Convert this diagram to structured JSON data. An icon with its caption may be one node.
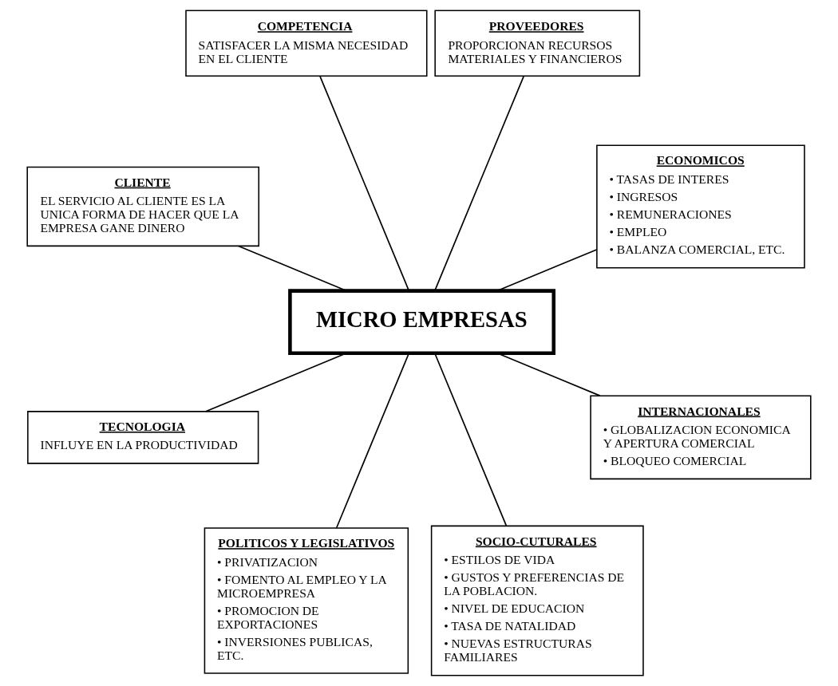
{
  "diagram": {
    "nodes": [
      {
        "text": [
          "CLIENTE",
          "EL SERVICIO AL CLIENTE ES LA UNICA FORMA DE HACER QUE LA EMPRESA GANE DINERO"
        ]
      },
      {
        "text": [
          "COMPETENCIA",
          "SATISFACER LA MISMA NECESIDAD EN EL CLIENTE"
        ]
      },
      {
        "text": [
          "PROVEEDORES",
          "PROPORCIONAN RECURSOS MATERIALES Y FINANCIEROS"
        ]
      },
      {
        "text": [
          "TECNOLOGIA",
          "INFLUYE EN LA PRODUCTIVIDAD"
        ]
      },
      {
        "text": [
          "MICRO EMPRESAS"
        ]
      },
      {
        "text": [
          "ECONOMICOS",
          "• TASAS DE INTERES",
          "• INGRESOS",
          "• REMUNERACIONES",
          "• EMPLEO",
          "• BALANZA COMERCIAL, ETC."
        ]
      },
      {
        "text": [
          "POLITICOS Y LEGISLATIVOS",
          "• PRIVATIZACION",
          "• FOMENTO AL EMPLEO Y LA MICROEMPRESA",
          "• PROMOCION DE EXPORTACIONES",
          "• INVERSIONES PUBLICAS, ETC."
        ]
      },
      {
        "text": [
          "SOCIO-CUTURALES",
          "• ESTILOS DE VIDA",
          "• GUSTOS Y PREFERENCIAS DE LA POBLACION.",
          "• NIVEL DE EDUCACION",
          "• TASA DE NATALIDAD",
          "• NUEVAS ESTRUCTURAS FAMILIARES"
        ]
      },
      {
        "text": [
          "INTERNACIONALES",
          "• GLOBALIZACION ECONOMICA Y APERTURA COMERCIAL",
          "• BLOQUEO COMERCIAL"
        ]
      }
    ],
    "edges": [
      {
        "from": 4,
        "to": 0,
        "arrow": "none"
      },
      {
        "from": 4,
        "to": 1,
        "arrow": "none"
      },
      {
        "from": 4,
        "to": 2,
        "arrow": "none"
      },
      {
        "from": 4,
        "to": 3,
        "arrow": "none"
      },
      {
        "from": 4,
        "to": 5,
        "arrow": "none"
      },
      {
        "from": 4,
        "to": 6,
        "arrow": "none"
      },
      {
        "from": 4,
        "to": 7,
        "arrow": "none"
      },
      {
        "from": 4,
        "to": 8,
        "arrow": "none"
      }
    ]
  }
}
